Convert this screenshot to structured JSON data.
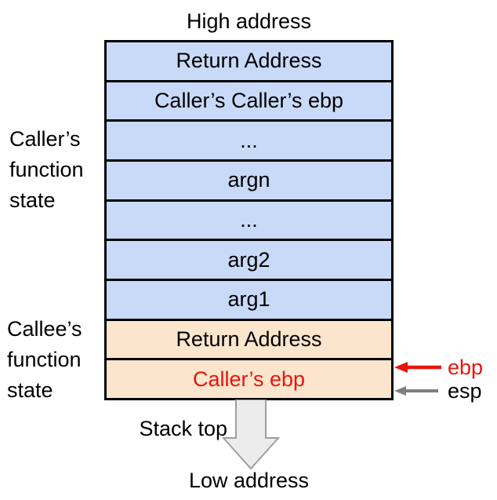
{
  "diagram": {
    "top_label": "High address",
    "bottom_label": "Low address",
    "stack_top_label": "Stack top"
  },
  "stack": {
    "rows": [
      {
        "label": "Return Address",
        "section": "caller"
      },
      {
        "label": "Caller’s Caller’s ebp",
        "section": "caller"
      },
      {
        "label": "...",
        "section": "caller"
      },
      {
        "label": "argn",
        "section": "caller"
      },
      {
        "label": "...",
        "section": "caller"
      },
      {
        "label": "arg2",
        "section": "caller"
      },
      {
        "label": "arg1",
        "section": "caller"
      },
      {
        "label": "Return Address",
        "section": "callee"
      },
      {
        "label": "Caller’s ebp",
        "section": "callee",
        "highlight": true
      }
    ]
  },
  "side_labels": {
    "caller": {
      "lines": [
        "Caller’s",
        "function",
        "state"
      ]
    },
    "callee": {
      "lines": [
        "Callee’s",
        "function",
        "state"
      ]
    }
  },
  "pointers": {
    "ebp": {
      "label": "ebp",
      "color": "#e8150d"
    },
    "esp": {
      "label": "esp",
      "color": "#7f7f7f"
    }
  },
  "colors": {
    "caller_fill": "#c9daf8",
    "callee_fill": "#fce5cd",
    "highlight_red": "#e8150d",
    "esp_gray": "#7f7f7f",
    "border_black": "#000000",
    "big_arrow_fill": "#ececec",
    "big_arrow_stroke": "#9e9e9e"
  }
}
